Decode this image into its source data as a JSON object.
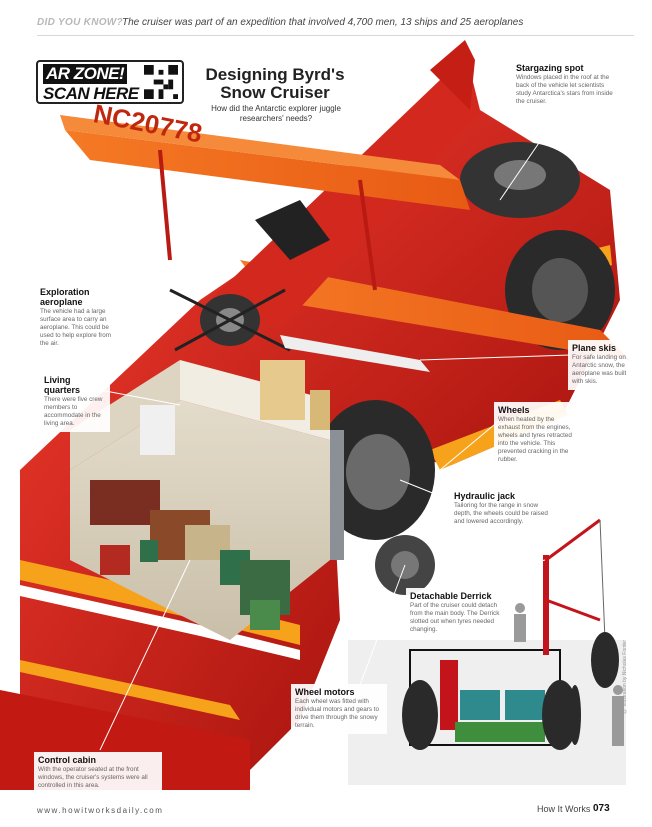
{
  "header": {
    "kicker": "DID YOU KNOW?",
    "fact": "The cruiser was part of an expedition that involved 4,700 men, 13 ships and 25 aeroplanes"
  },
  "ar_badge": {
    "line1": "AR ZONE!",
    "line2": "SCAN HERE"
  },
  "title": "Designing Byrd's Snow Cruiser",
  "subtitle": "How did the Antarctic explorer juggle researchers' needs?",
  "plane_registration": "NC20778",
  "callouts": [
    {
      "id": "stargazing",
      "heading": "Stargazing spot",
      "body": "Windows placed in the roof at the back of the vehicle let scientists study Antarctica's stars from inside the cruiser."
    },
    {
      "id": "aeroplane",
      "heading": "Exploration aeroplane",
      "body": "The vehicle had a large surface area to carry an aeroplane. This could be used to help explore from the air."
    },
    {
      "id": "living",
      "heading": "Living quarters",
      "body": "There were five crew members to accommodate in the living area."
    },
    {
      "id": "skis",
      "heading": "Plane skis",
      "body": "For safe landing on Antarctic snow, the aeroplane was built with skis."
    },
    {
      "id": "wheels",
      "heading": "Wheels",
      "body": "When heated by the exhaust from the engines, wheels and tyres retracted into the vehicle. This prevented cracking in the rubber."
    },
    {
      "id": "jack",
      "heading": "Hydraulic jack",
      "body": "Tailoring for the range in snow depth, the wheels could be raised and lowered accordingly."
    },
    {
      "id": "derrick",
      "heading": "Detachable Derrick",
      "body": "Part of the cruiser could detach from the main body. The Derrick slotted out when tyres needed changing."
    },
    {
      "id": "motors",
      "heading": "Wheel motors",
      "body": "Each wheel was fitted with individual motors and gears to drive them through the snowy terrain."
    },
    {
      "id": "cabin",
      "heading": "Control cabin",
      "body": "With the operator seated at the front windows, the cruiser's systems were all controlled in this area."
    }
  ],
  "footer": {
    "url": "www.howitworksdaily.com",
    "magazine": "How It Works",
    "page": "073"
  },
  "credit": "© Illustration by Nicholas Forder",
  "colors": {
    "cruiser_red": "#d8261c",
    "wing_orange": "#f26a1b",
    "stripe_orange": "#f7a21b",
    "interior": "#e9e3d6"
  }
}
